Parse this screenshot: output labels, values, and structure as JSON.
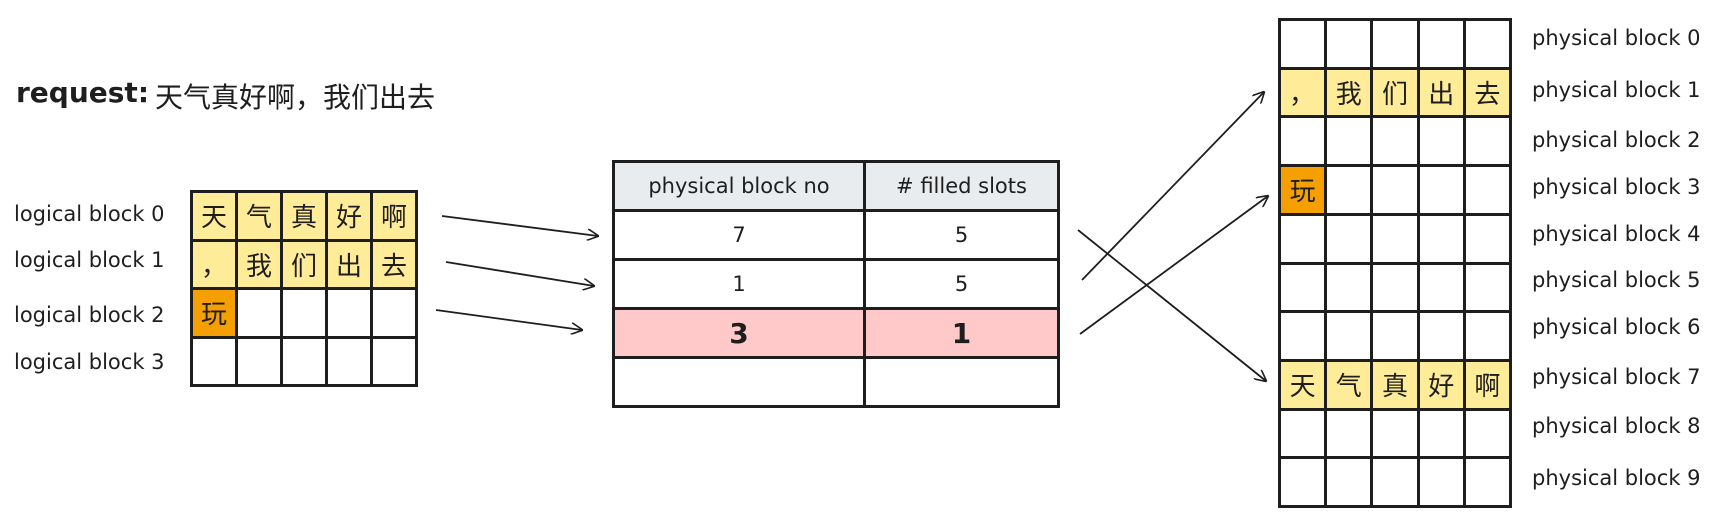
{
  "request": {
    "label": "request:",
    "text": "天气真好啊，我们出去"
  },
  "logical_blocks": [
    {
      "label": "logical block 0",
      "cells": [
        "天",
        "气",
        "真",
        "好",
        "啊"
      ]
    },
    {
      "label": "logical block 1",
      "cells": [
        "，",
        "我",
        "们",
        "出",
        "去"
      ]
    },
    {
      "label": "logical block 2",
      "cells": [
        "玩",
        "",
        "",
        "",
        ""
      ]
    },
    {
      "label": "logical block 3",
      "cells": [
        "",
        "",
        "",
        "",
        ""
      ]
    }
  ],
  "block_table": {
    "headers": [
      "physical block no",
      "# filled slots"
    ],
    "rows": [
      {
        "physical_block_no": "7",
        "filled_slots": "5",
        "highlight": false
      },
      {
        "physical_block_no": "1",
        "filled_slots": "5",
        "highlight": false
      },
      {
        "physical_block_no": "3",
        "filled_slots": "1",
        "highlight": true
      },
      {
        "physical_block_no": "",
        "filled_slots": "",
        "highlight": false
      }
    ]
  },
  "physical_blocks": [
    {
      "label": "physical block 0",
      "cells": [
        "",
        "",
        "",
        "",
        ""
      ]
    },
    {
      "label": "physical block 1",
      "cells": [
        "，",
        "我",
        "们",
        "出",
        "去"
      ]
    },
    {
      "label": "physical block 2",
      "cells": [
        "",
        "",
        "",
        "",
        ""
      ]
    },
    {
      "label": "physical block 3",
      "cells": [
        "玩",
        "",
        "",
        "",
        ""
      ]
    },
    {
      "label": "physical block 4",
      "cells": [
        "",
        "",
        "",
        "",
        ""
      ]
    },
    {
      "label": "physical block 5",
      "cells": [
        "",
        "",
        "",
        "",
        ""
      ]
    },
    {
      "label": "physical block 6",
      "cells": [
        "",
        "",
        "",
        "",
        ""
      ]
    },
    {
      "label": "physical block 7",
      "cells": [
        "天",
        "气",
        "真",
        "好",
        "啊"
      ]
    },
    {
      "label": "physical block 8",
      "cells": [
        "",
        "",
        "",
        "",
        ""
      ]
    },
    {
      "label": "physical block 9",
      "cells": [
        "",
        "",
        "",
        "",
        ""
      ]
    }
  ],
  "colors": {
    "full_block": "#ffec99",
    "partial_block": "#f59f00",
    "highlight_row": "#ffc9c9",
    "table_header": "#e9ecef",
    "stroke": "#1e1e1e"
  }
}
